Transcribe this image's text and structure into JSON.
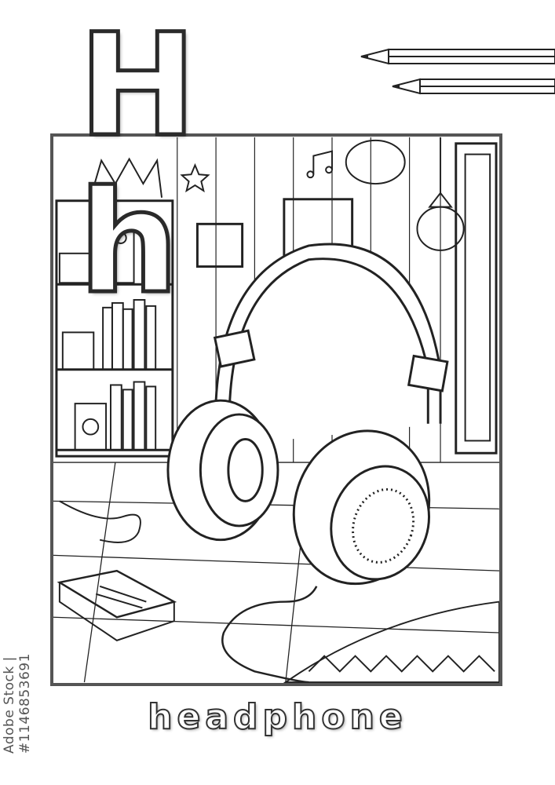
{
  "page": {
    "letters": "H h",
    "word": "headphone",
    "stock_id": "Adobe Stock | #1146853691"
  },
  "icons": [
    "pencil-icon",
    "headphone-illustration",
    "music-note-icon",
    "star-icon"
  ],
  "colors": {
    "line": "#2a2a2a",
    "frame": "#555555",
    "background": "#ffffff"
  }
}
